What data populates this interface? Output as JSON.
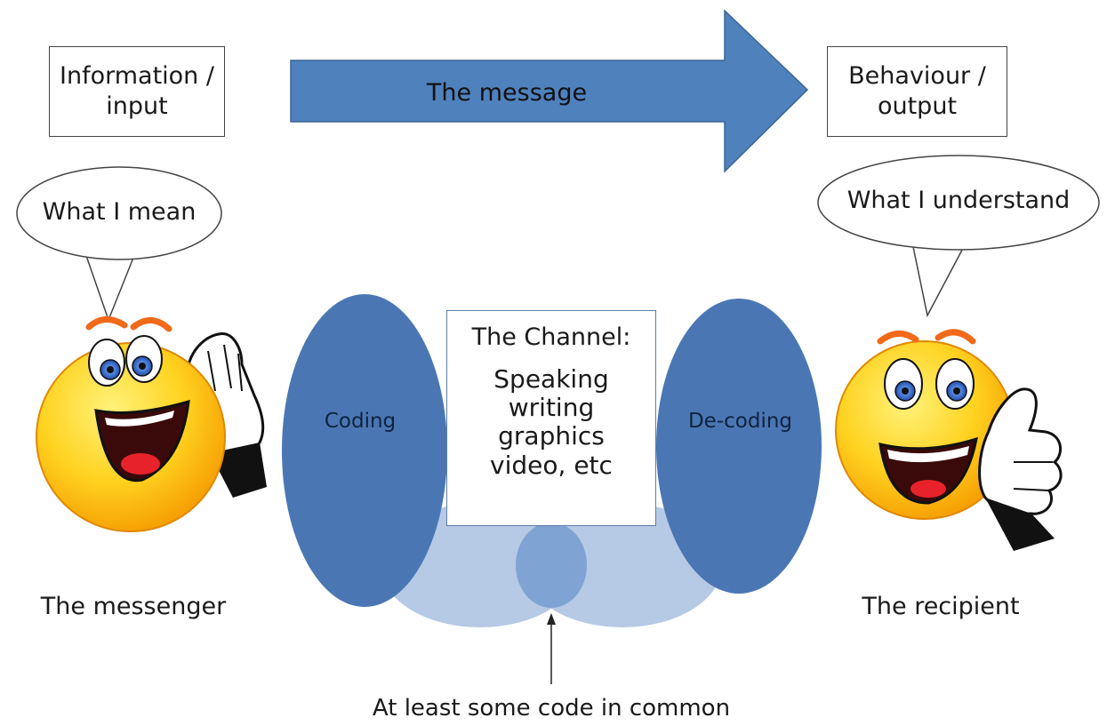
{
  "input_box": {
    "line1": "Information /",
    "line2": "input"
  },
  "output_box": {
    "line1": "Behaviour /",
    "line2": "output"
  },
  "message_arrow": {
    "label": "The message"
  },
  "messenger": {
    "bubble": "What I mean",
    "caption": "The messenger"
  },
  "recipient": {
    "bubble": "What I understand",
    "caption": "The recipient"
  },
  "coding": {
    "label": "Coding"
  },
  "decoding": {
    "label": "De-coding"
  },
  "channel": {
    "title": "The Channel:",
    "items": [
      "Speaking",
      "writing",
      "graphics",
      "video, etc"
    ]
  },
  "common_code": {
    "label": "At least some code in common"
  },
  "colors": {
    "arrow_fill": "#4f81bd",
    "ellipse_dark": "#4a77b4",
    "ellipse_light": "#a9c0e0",
    "smiley_yellow": "#ffd21f",
    "smiley_orange": "#f5a000"
  }
}
